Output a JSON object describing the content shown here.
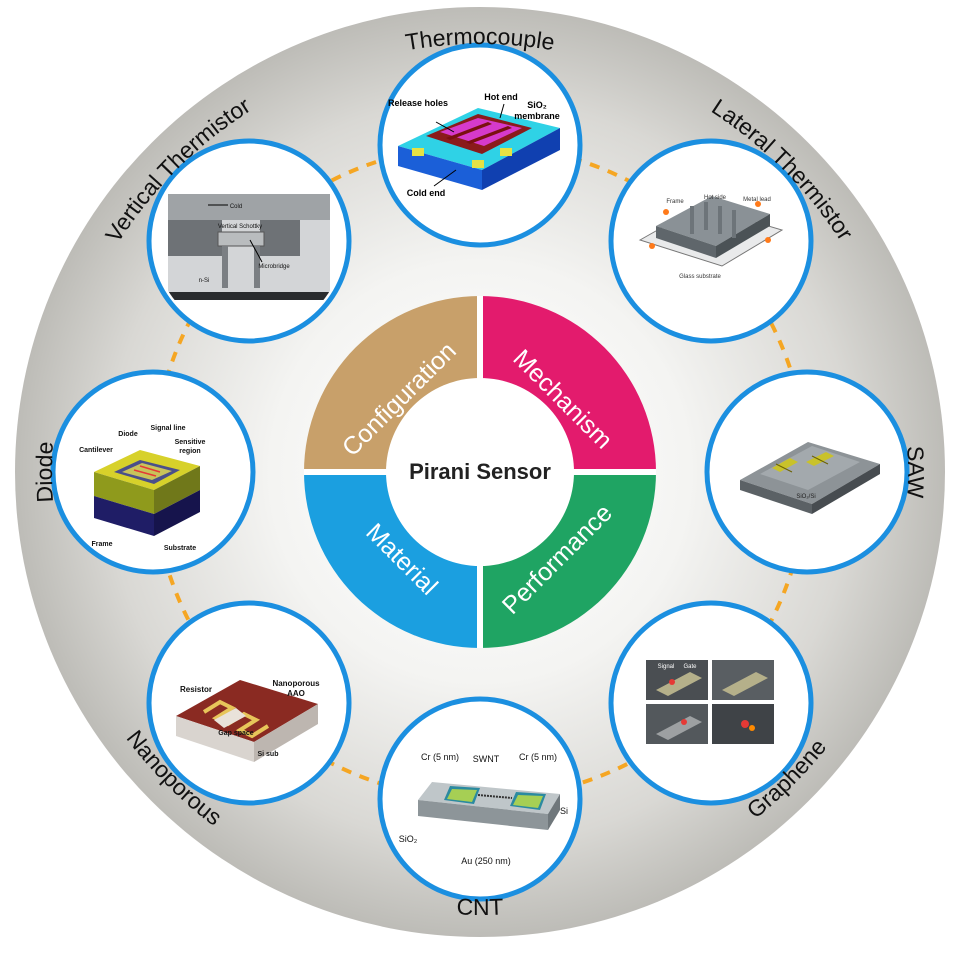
{
  "center": {
    "title": "Pirani Sensor",
    "quadrants": [
      {
        "label": "Configuration",
        "color": "#c8a06a"
      },
      {
        "label": "Mechanism",
        "color": "#e31b6d"
      },
      {
        "label": "Performance",
        "color": "#1fa463"
      },
      {
        "label": "Material",
        "color": "#1b9fe0"
      }
    ]
  },
  "colors": {
    "outer_ring": "#c2c0bb",
    "ring_inner": "#eeeeec",
    "node_border": "#1b8fe0",
    "connector": "#f5a623"
  },
  "sensors": [
    {
      "label": "Thermocouple",
      "image_labels": [
        "Release holes",
        "Hot end",
        "SiO₂",
        "membrane",
        "Cold end"
      ]
    },
    {
      "label": "Lateral Thermistor",
      "image_labels": [
        "Frame",
        "Hot side",
        "Metal lead",
        "Glass substrate"
      ]
    },
    {
      "label": "SAW",
      "image_labels": [
        "SiO₂/Si"
      ]
    },
    {
      "label": "Graphene",
      "image_labels": [
        "Signal",
        "Gate"
      ]
    },
    {
      "label": "CNT",
      "image_labels": [
        "Cr (5 nm)",
        "SWNT",
        "Cr (5 nm)",
        "Si",
        "SiO₂",
        "Au (250 nm)"
      ]
    },
    {
      "label": "Nanoporous",
      "image_labels": [
        "Resistor",
        "Nanoporous",
        "AAO",
        "Gap space",
        "Si sub"
      ]
    },
    {
      "label": "Diode",
      "image_labels": [
        "Signal line",
        "Diode",
        "Sensitive",
        "region",
        "Cantilever",
        "Frame",
        "Substrate"
      ]
    },
    {
      "label": "Vertical Thermistor",
      "image_labels": [
        "Cold",
        "Vertical Schottky",
        "Microbridge",
        "n-Si"
      ]
    }
  ]
}
